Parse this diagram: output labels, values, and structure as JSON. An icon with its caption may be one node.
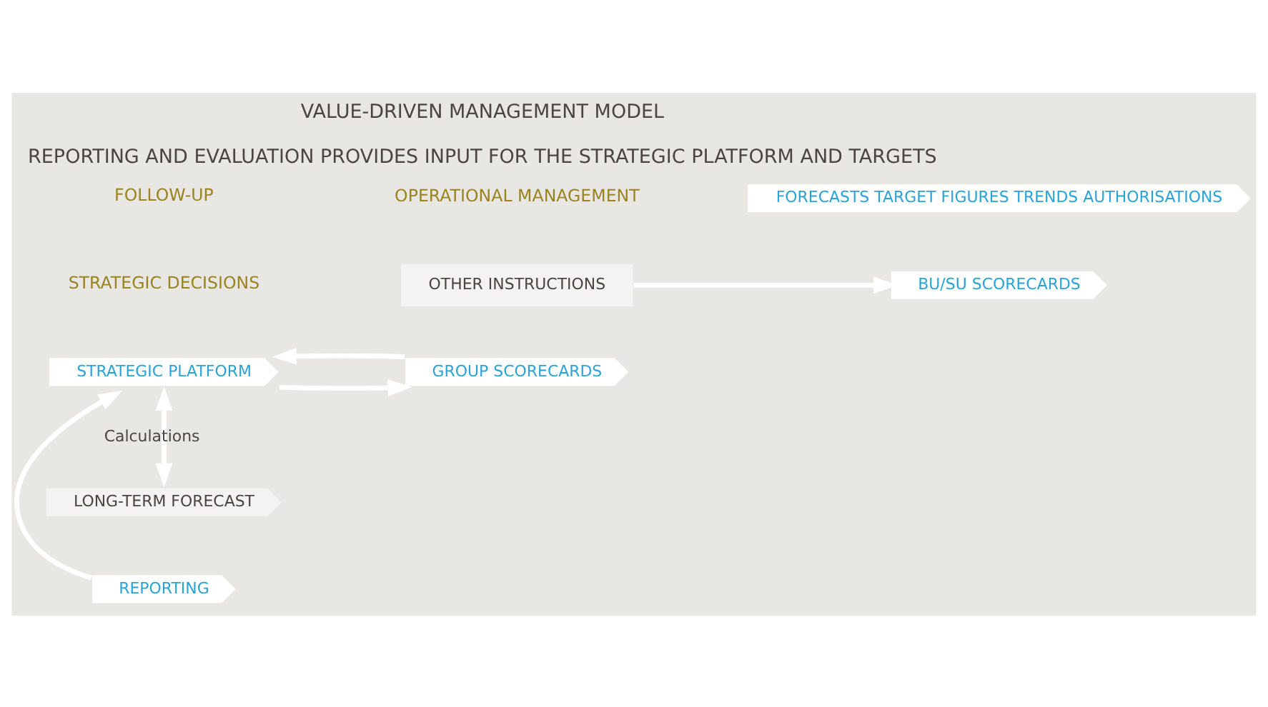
{
  "diagram": {
    "title": "VALUE-DRIVEN MANAGEMENT MODEL",
    "caption": "REPORTING AND EVALUATION PROVIDES INPUT FOR THE STRATEGIC PLATFORM AND TARGETS",
    "nodes": [
      {
        "text": [
          "STRATEGIC PLATFORM"
        ]
      },
      {
        "text": [
          "GROUP SCORECARDS"
        ]
      },
      {
        "text": [
          "OTHER INSTRUCTIONS"
        ]
      },
      {
        "text": [
          "BU/SU SCORECARDS"
        ]
      },
      {
        "text": [
          "FORECASTS TARGET FIGURES TRENDS AUTHORISATIONS"
        ]
      },
      {
        "text": [
          "REPORTING"
        ]
      },
      {
        "text": [
          "LONG-TERM FORECAST"
        ]
      }
    ],
    "edges": [
      {
        "from": 0,
        "to": 1,
        "arrow": "to"
      },
      {
        "from": 1,
        "to": 0,
        "arrow": "to"
      },
      {
        "from": 2,
        "to": 3,
        "arrow": "to"
      },
      {
        "from": 0,
        "to": 6,
        "arrow": "both",
        "label": "Calculations"
      },
      {
        "from": 5,
        "to": 0,
        "arrow": "to"
      }
    ],
    "labels": [
      "STRATEGIC DECISIONS",
      "OPERATIONAL MANAGEMENT",
      "FOLLOW-UP"
    ]
  }
}
